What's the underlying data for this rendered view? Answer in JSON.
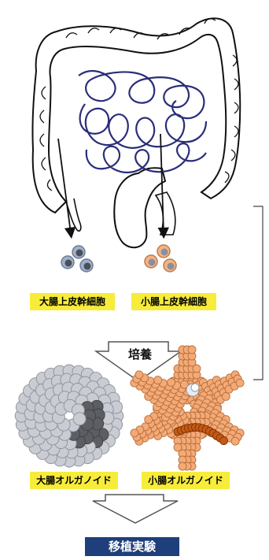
{
  "labels": {
    "large_stem_cells": "大腸上皮幹細胞",
    "small_stem_cells": "小腸上皮幹細胞",
    "culture": "培養",
    "large_organoid": "大腸オルガノイド",
    "small_organoid": "小腸オルガノイド",
    "transplant": "移植実験"
  },
  "colors": {
    "label_yellow": "#f7ec3a",
    "small_intestine_blue": "#2a2d7a",
    "large_cell_fill": "#9fb0c8",
    "large_cell_nucleus": "#4a4f5a",
    "small_cell_fill": "#f3b486",
    "small_cell_nucleus": "#8a8fa0",
    "organoid_grey": "#c9ccd2",
    "organoid_grey_dark": "#5c5e63",
    "organoid_orange": "#f3aa76",
    "organoid_orange_dark": "#c65a14",
    "transplant_box": "#1f3f7a"
  },
  "icons": [
    "intestine-illustration",
    "arrow-down-icon",
    "hollow-arrow-icon",
    "stem-cell-icon",
    "organoid-icon"
  ]
}
